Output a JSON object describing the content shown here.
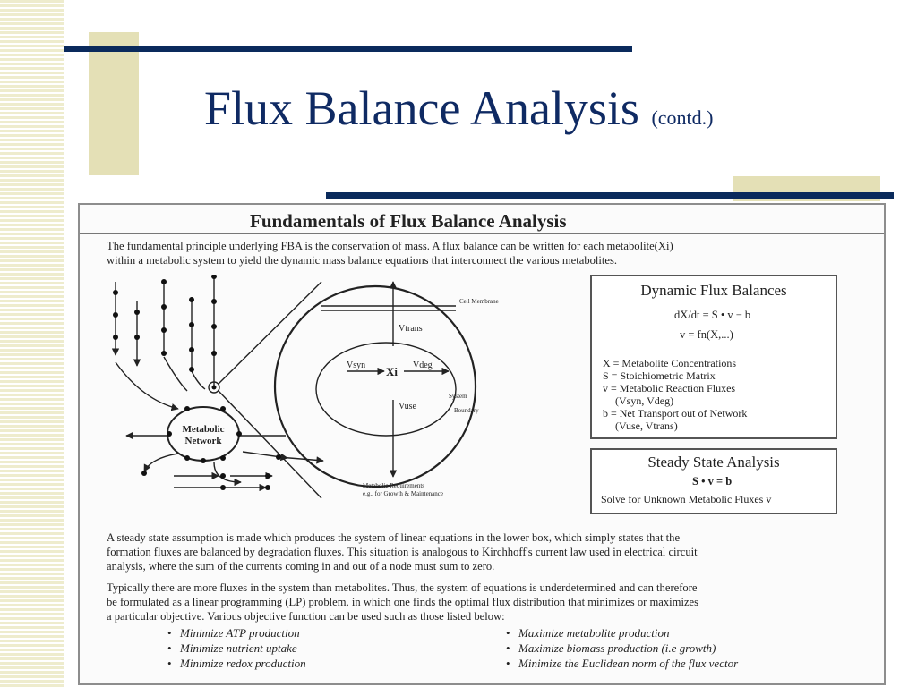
{
  "slide": {
    "title": "Flux Balance Analysis",
    "subtitle": "(contd.)"
  },
  "figure": {
    "title": "Fundamentals of Flux Balance Analysis",
    "intro": [
      "The fundamental principle underlying FBA is the conservation of mass.  A flux balance can be written for each metabolite(Xi)",
      "within a metabolic system to yield the dynamic mass balance equations that interconnect the various metabolites."
    ],
    "network_label_1": "Metabolic",
    "network_label_2": "Network",
    "cell_membrane": "Cell Membrane",
    "system_boundary_1": "System",
    "system_boundary_2": "Boundary",
    "v_trans": "Vtrans",
    "v_syn": "Vsyn",
    "v_deg": "Vdeg",
    "v_use": "Vuse",
    "x_i": "Xi",
    "metabolic_req_1": "Metabolic Requirements",
    "metabolic_req_2": "e.g., for Growth & Maintenance",
    "dynamic_box": {
      "title": "Dynamic Flux Balances",
      "eq1": "dX/dt = S • v − b",
      "eq2": "v = fn(X,...)",
      "defs": [
        "X = Metabolite Concentrations",
        "S = Stoichiometric Matrix",
        "v = Metabolic Reaction Fluxes",
        "(Vsyn, Vdeg)",
        "b = Net Transport out of Network",
        "(Vuse, Vtrans)"
      ]
    },
    "steady_box": {
      "title": "Steady State Analysis",
      "eq": "S • v = b",
      "text": "Solve for Unknown Metabolic Fluxes v"
    },
    "para2": [
      "A steady state assumption is made which produces the system of linear equations in the lower box, which simply states that the",
      "formation fluxes are balanced by degradation fluxes.  This situation is analogous to Kirchhoff's current law used in electrical circuit",
      "analysis, where the sum of the currents coming in and out of a node must sum to zero."
    ],
    "para3": [
      "Typically there are more fluxes in the system than metabolites.  Thus, the system of equations is underdetermined and can therefore",
      "be formulated as a linear programming (LP) problem, in which one finds the optimal flux distribution that minimizes or maximizes",
      "a particular objective.  Various objective function can be used such as those listed below:"
    ],
    "objectives_left": [
      "Minimize ATP production",
      "Minimize nutrient uptake",
      "Minimize redox production"
    ],
    "objectives_right": [
      "Maximize metabolite production",
      "Maximize biomass production (i.e growth)",
      "Minimize the Euclidean norm of the flux vector"
    ]
  },
  "colors": {
    "navy": "#0f2a63",
    "tan": "#e4e0b6"
  }
}
